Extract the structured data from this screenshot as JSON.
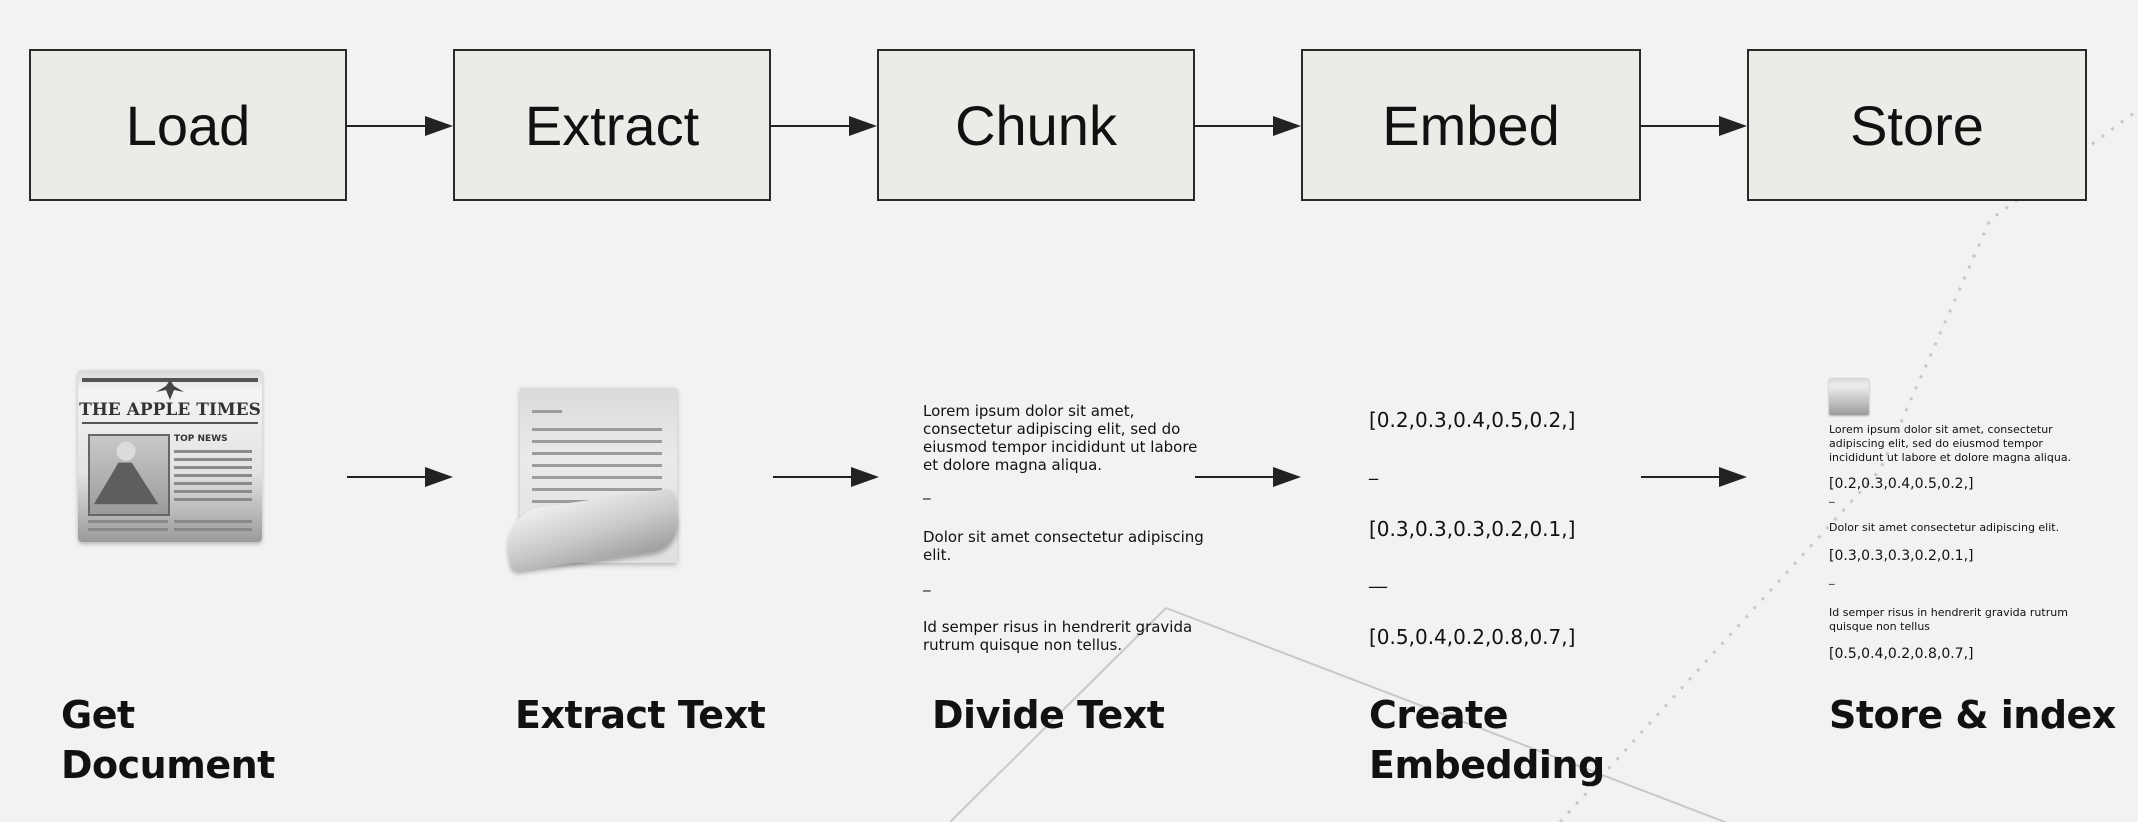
{
  "pipeline": {
    "stages": [
      "Load",
      "Extract",
      "Chunk",
      "Embed",
      "Store"
    ]
  },
  "captions": {
    "get_document": [
      "Get",
      "Document"
    ],
    "extract_text": "Extract Text",
    "divide_text": "Divide Text",
    "create_embedding": [
      "Create",
      "Embedding"
    ],
    "store_index": "Store & index"
  },
  "newspaper": {
    "title": "THE APPLE TIMES",
    "news": "TOP NEWS"
  },
  "chunks": {
    "c1": [
      "Lorem ipsum dolor sit amet,",
      "consectetur adipiscing elit, sed do",
      "eiusmod tempor incididunt ut labore",
      "et dolore magna aliqua."
    ],
    "sep1": "_",
    "c2": [
      "Dolor sit amet consectetur adipiscing",
      "elit."
    ],
    "sep2": "_",
    "c3": [
      "Id semper risus in hendrerit gravida",
      "rutrum quisque non tellus."
    ]
  },
  "embeddings": {
    "v1": "[0.2,0.3,0.4,0.5,0.2,]",
    "sep1": "_",
    "v2": "[0.3,0.3,0.3,0.2,0.1,]",
    "sep2": "__",
    "v3": "[0.5,0.4,0.2,0.8,0.7,]"
  },
  "store": {
    "t1": [
      "Lorem ipsum dolor sit amet, consectetur",
      "adipiscing elit, sed do eiusmod tempor",
      "incididunt ut labore et dolore magna aliqua."
    ],
    "v1": "[0.2,0.3,0.4,0.5,0.2,]",
    "sep1": "_",
    "t2": "Dolor sit amet consectetur adipiscing elit.",
    "v2": "[0.3,0.3,0.3,0.2,0.1,]",
    "sep2": "_",
    "t3": [
      "Id semper risus in hendrerit gravida rutrum",
      "quisque non tellus"
    ],
    "v3": "[0.5,0.4,0.2,0.8,0.7,]"
  },
  "colors": {
    "background": "#f2f2f1",
    "box_fill": "#ebebe8",
    "stroke": "#222222"
  }
}
